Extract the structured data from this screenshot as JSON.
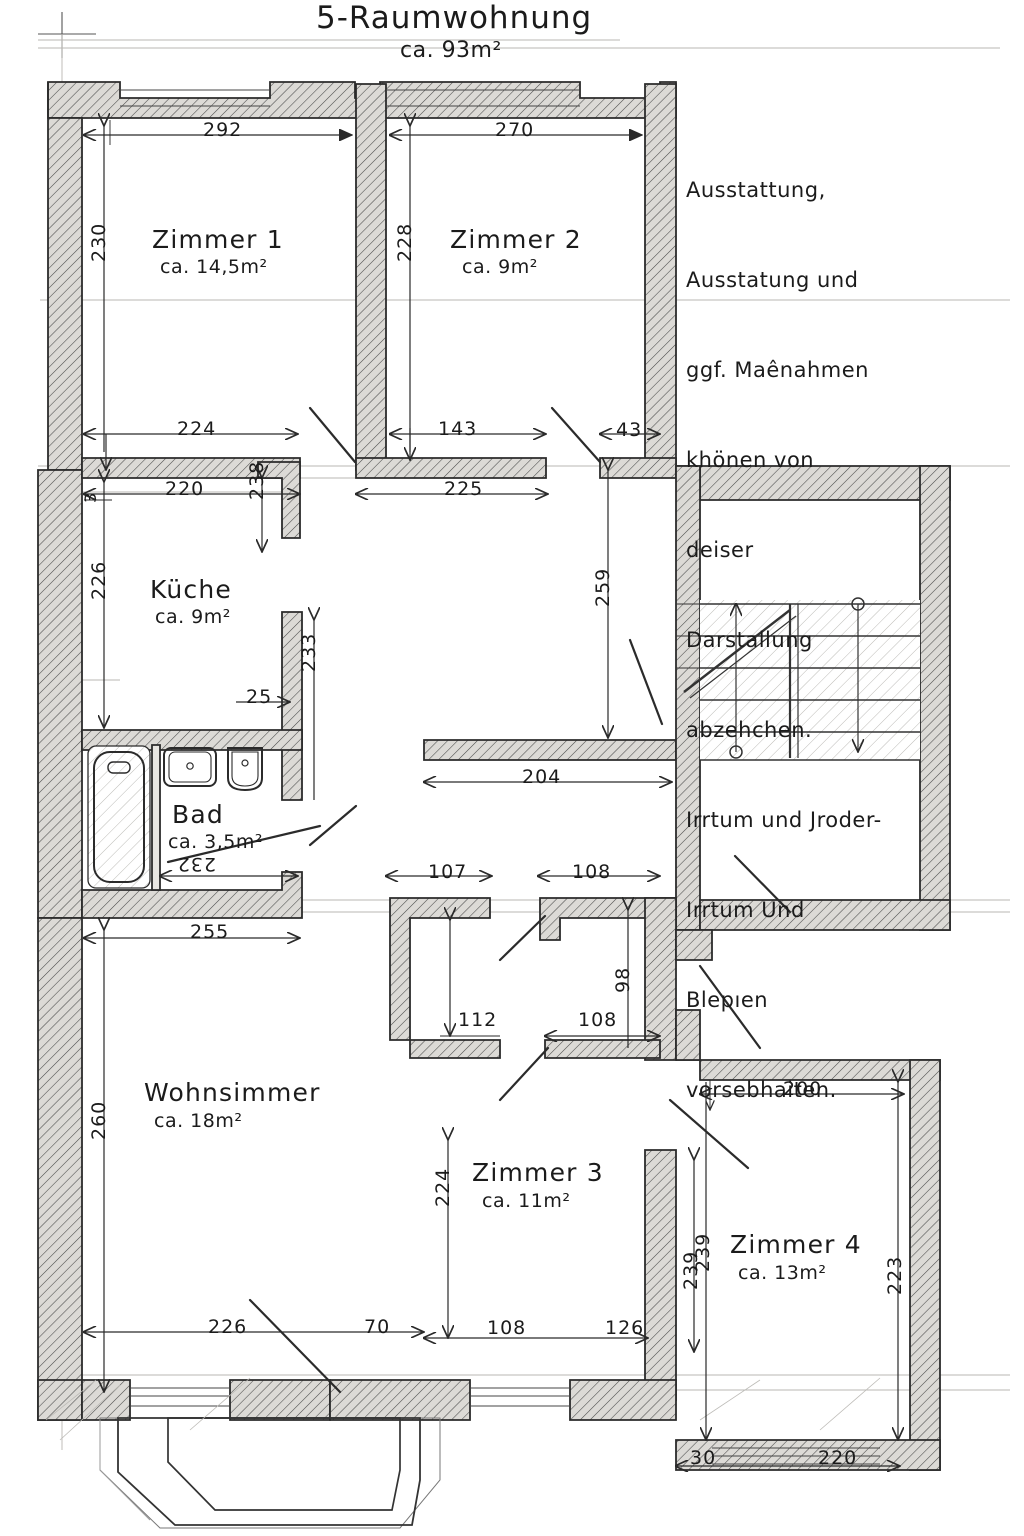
{
  "title": "5-Raumwohnung",
  "subtitle": "ca. 93m²",
  "note": {
    "name": "disclaimer-note",
    "lines": [
      "Ausstattung,",
      "Ausstatung und",
      "ggf. Maênahmen",
      "khönen von",
      "deiser",
      "Darstallung",
      "abzehchen.",
      "Irrtum und Jroder-",
      "Irrtum Und",
      "Blepıen",
      "vorsebhaiten."
    ]
  },
  "rooms": [
    {
      "key": "zimmer1",
      "name": "Zimmer 1",
      "area": "ca. 14,5m²"
    },
    {
      "key": "zimmer2",
      "name": "Zimmer 2",
      "area": "ca. 9m²"
    },
    {
      "key": "kueche",
      "name": "Küche",
      "area": "ca. 9m²"
    },
    {
      "key": "bad",
      "name": "Bad",
      "area": "ca. 3,5m²"
    },
    {
      "key": "wohnzimmer",
      "name": "Wohnsimmer",
      "area": "ca. 18m²"
    },
    {
      "key": "zimmer3",
      "name": "Zimmer 3",
      "area": "ca. 11m²"
    },
    {
      "key": "zimmer4",
      "name": "Zimmer 4",
      "area": "ca. 13m²"
    }
  ],
  "dimensions": {
    "z1_width": "292",
    "z1_height": "230",
    "z2_width": "270",
    "z2_height": "228",
    "kueche_top_outer": "224",
    "kueche_top_inner": "220",
    "kueche_left": "226",
    "kueche_right": "238",
    "kueche_small": "3",
    "kueche_nook": "25",
    "kueche_nook_h": "233",
    "hall_143": "143",
    "hall_225": "225",
    "hall_43": "43",
    "hall_259": "259",
    "hall_204": "204",
    "bad_width": "232",
    "wohn_top": "255",
    "wohn_left": "260",
    "wohn_bottom": "226",
    "wohn_bottom2": "70",
    "corr_107": "107",
    "corr_112": "112",
    "corr_108a": "108",
    "corr_108b": "108",
    "corr_98": "98",
    "z3_left": "224",
    "z3_bottom_a": "108",
    "z3_bottom_b": "126",
    "z3_right": "239",
    "z4_left": "239",
    "z4_right": "223",
    "z4_bottom_small": "30",
    "z4_bottom": "220",
    "z4_top": "200"
  },
  "fixtures": [
    {
      "key": "bathtub",
      "label": "bathtub"
    },
    {
      "key": "sink",
      "label": "sink"
    },
    {
      "key": "toilet",
      "label": "toilet"
    }
  ],
  "stair": {
    "label": "staircase"
  },
  "colors": {
    "ink": "#1b1b1b",
    "wall_fill": "#d8d6d2",
    "paper": "#ffffff",
    "dim_line": "#3a3a3a"
  }
}
